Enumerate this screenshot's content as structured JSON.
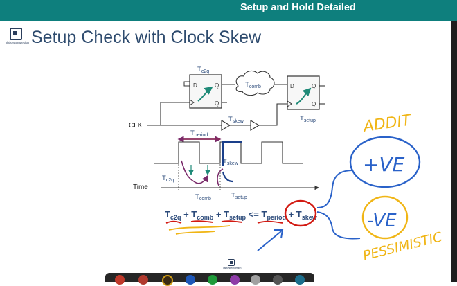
{
  "header": {
    "title": "Setup and Hold Detailed"
  },
  "slide": {
    "title": "Setup Check with Clock Skew",
    "logo_text": "vlsisystemdesign"
  },
  "diagram": {
    "clk_label": "CLK",
    "time_label": "Time",
    "tc2q_top": {
      "main": "T",
      "sub": "c2q"
    },
    "tcomb_cloud": {
      "main": "T",
      "sub": "comb"
    },
    "tskew_buf": {
      "main": "T",
      "sub": "skew"
    },
    "tsetup_ff": {
      "main": "T",
      "sub": "setup"
    },
    "tperiod": {
      "main": "T",
      "sub": "period"
    },
    "tskew_wave": {
      "main": "T",
      "sub": "skew"
    },
    "tc2q_wave": {
      "main": "T",
      "sub": "c2q"
    },
    "tcomb_wave": {
      "main": "T",
      "sub": "comb"
    },
    "tsetup_wave": {
      "main": "T",
      "sub": "setup"
    },
    "ff_d": "D",
    "ff_q": "Q"
  },
  "equation": {
    "t1": {
      "main": "T",
      "sub": "c2q"
    },
    "plus1": " + ",
    "t2": {
      "main": "T",
      "sub": "comb"
    },
    "plus2": " + ",
    "t3": {
      "main": "T",
      "sub": "setup"
    },
    "le": " <= ",
    "t4": {
      "main": "T",
      "sub": "period"
    },
    "plus3": " + ",
    "t5": {
      "main": "T",
      "sub": "skew"
    }
  },
  "annotations": {
    "additive": "ADDIT",
    "positive": "+VE",
    "negative": "-VE",
    "pessimistic": "PESSIMISTIC"
  },
  "taskbar": {
    "icons": [
      "red-app-icon",
      "red-app-icon",
      "yellow-app-icon",
      "blue-app-icon",
      "green-app-icon",
      "purple-app-icon",
      "gray-app-icon",
      "gray-app-icon",
      "teal-app-icon"
    ]
  },
  "colors": {
    "header_bg": "#0e7f7d",
    "title": "#2e4b6e",
    "equation": "#2b4a7a",
    "annot_blue": "#2a62c9",
    "annot_orange": "#f0b515",
    "annot_red": "#d21a12"
  }
}
